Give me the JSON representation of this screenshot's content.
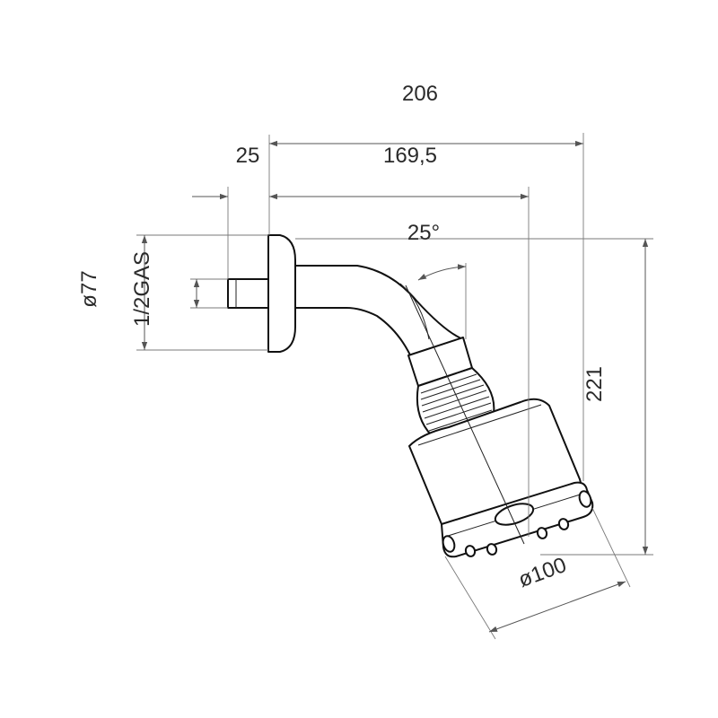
{
  "dimensions": {
    "overall_width": "206",
    "arm_offset": "25",
    "arm_reach": "169,5",
    "tilt_angle": "25°",
    "flange_diameter": "ø77",
    "thread": "1/2GAS",
    "height": "221",
    "head_diameter": "ø100"
  }
}
